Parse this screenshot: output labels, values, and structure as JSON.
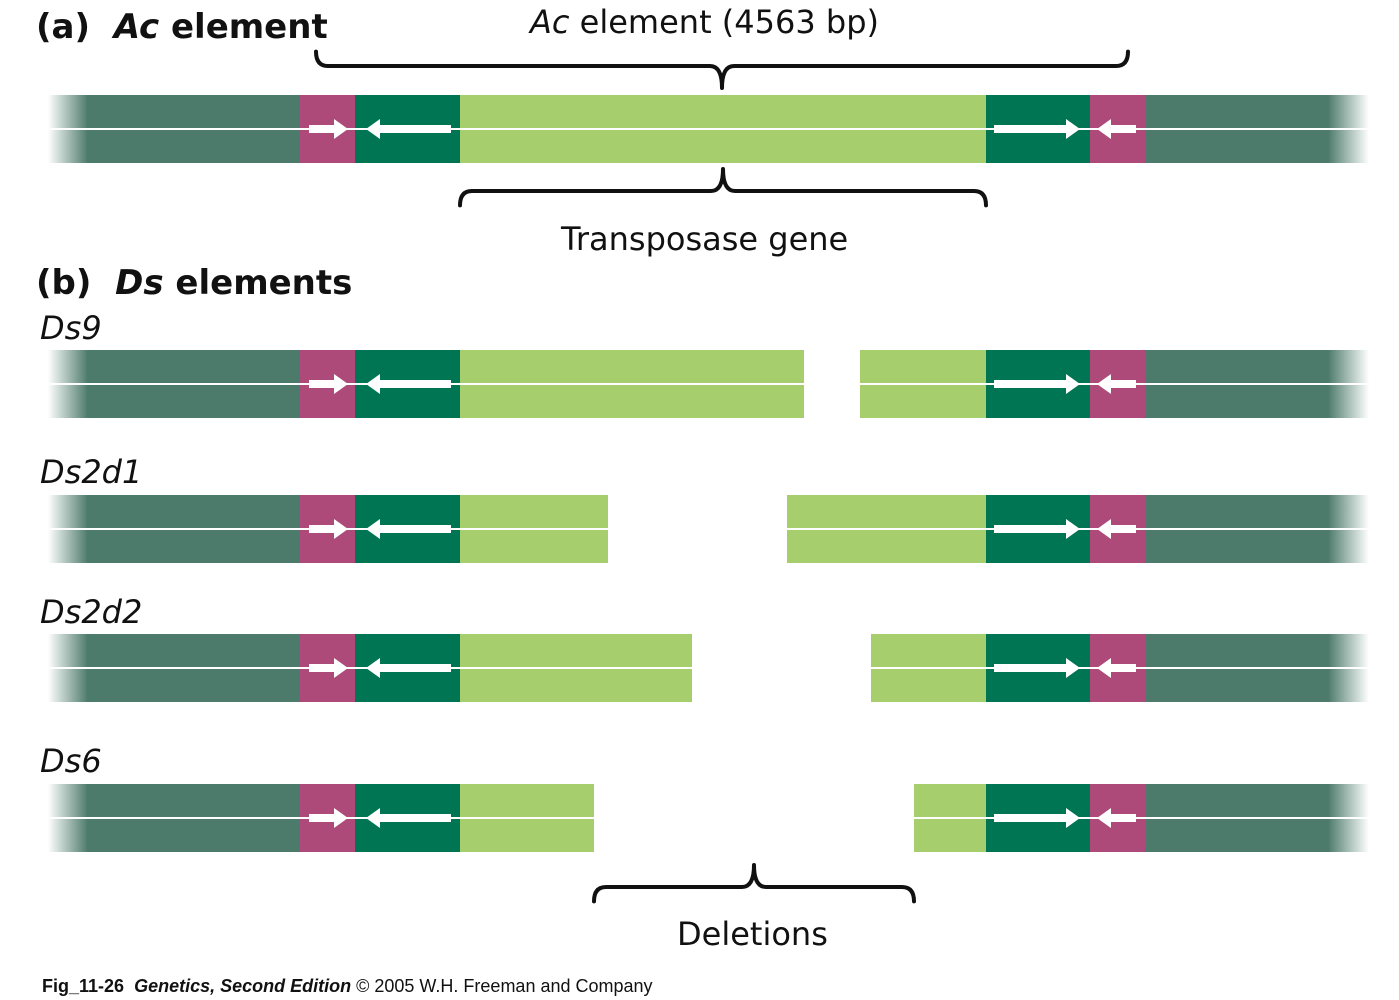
{
  "colors": {
    "flank": "#4d7b6b",
    "direct_repeat": "#ad4a79",
    "inverted_repeat": "#007553",
    "transposase": "#a6ce6c",
    "brace": "#111111",
    "line": "#ffffff"
  },
  "part_a": {
    "label": "(a)",
    "title_italic": "Ac",
    "title_rest": "element",
    "length_label_italic": "Ac",
    "length_label_rest": "element (4563 bp)",
    "gene_label": "Transposase gene"
  },
  "part_b": {
    "label": "(b)",
    "title_italic": "Ds",
    "title_rest": "elements",
    "elements": [
      {
        "name": "Ds9"
      },
      {
        "name": "Ds2d1"
      },
      {
        "name": "Ds2d2"
      },
      {
        "name": "Ds6"
      }
    ],
    "deletions_label": "Deletions"
  },
  "caption": {
    "figure": "Fig_11-26",
    "book": "Genetics, Second Edition",
    "rest": "© 2005 W.H. Freeman and Company"
  }
}
